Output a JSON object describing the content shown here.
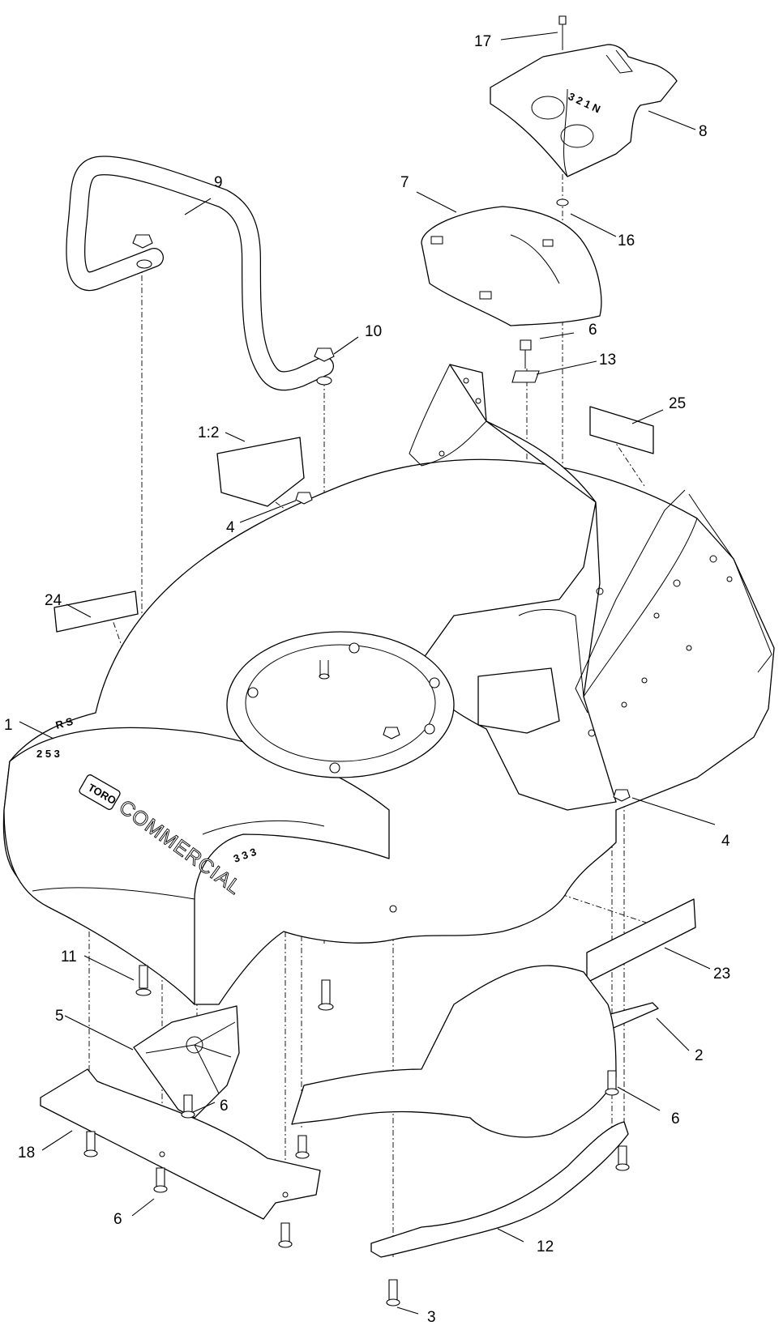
{
  "callouts": {
    "c17": "17",
    "c8": "8",
    "c9": "9",
    "c7": "7",
    "c16": "16",
    "c10": "10",
    "c6a": "6",
    "c13": "13",
    "c25": "25",
    "c1_2": "1:2",
    "c4a": "4",
    "c24": "24",
    "c1": "1",
    "c4b": "4",
    "c11": "11",
    "c23": "23",
    "c5": "5",
    "c2": "2",
    "c6b": "6",
    "c6c": "6",
    "c18": "18",
    "c6d": "6",
    "c12": "12",
    "c3": "3"
  },
  "markings": {
    "brand": "COMMERCIAL",
    "logo": "TORO",
    "shift_gate": "3 2 1 N"
  }
}
